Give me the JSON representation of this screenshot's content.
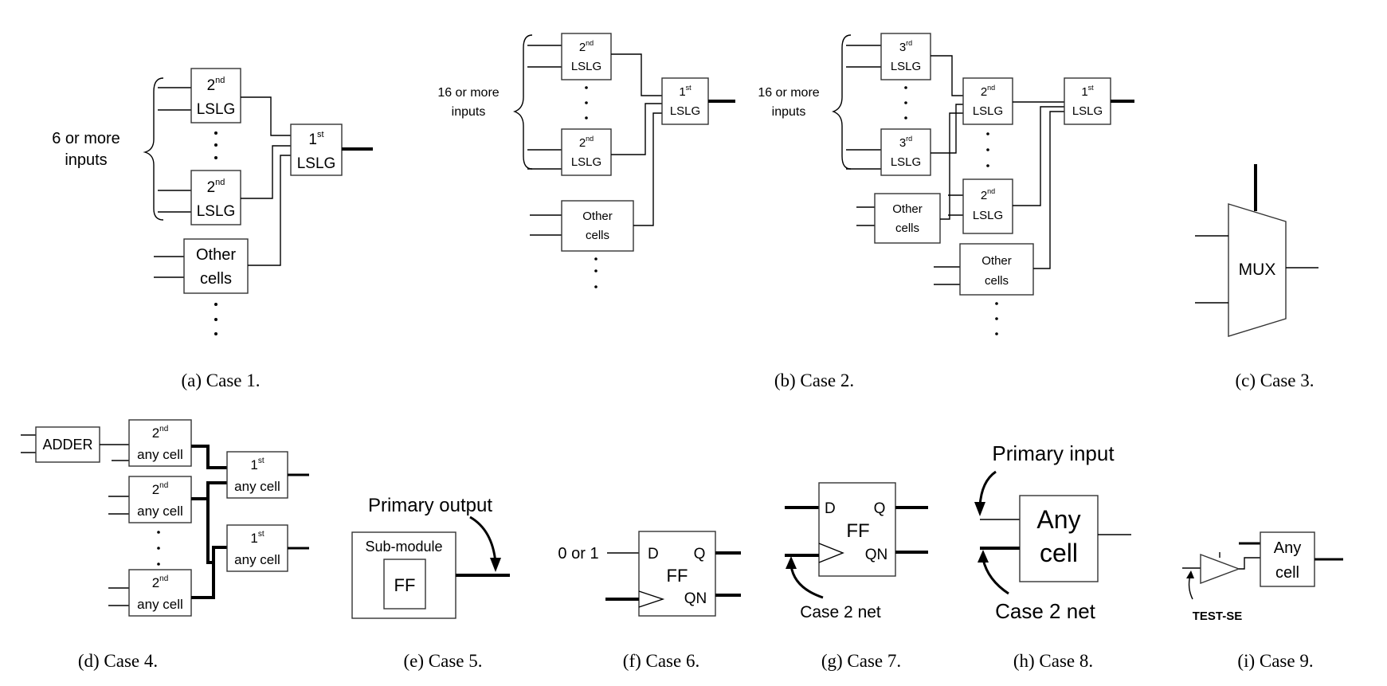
{
  "captions": {
    "a": "(a) Case 1.",
    "b": "(b) Case 2.",
    "c": "(c) Case 3.",
    "d": "(d) Case 4.",
    "e": "(e) Case 5.",
    "f": "(f) Case 6.",
    "g": "(g) Case 7.",
    "h": "(h) Case 8.",
    "i": "(i) Case 9."
  },
  "case1": {
    "inputs_line1": "6 or more",
    "inputs_line2": "inputs",
    "lslg": "LSLG",
    "nd": "nd",
    "st": "st",
    "num2": "2",
    "num1": "1",
    "other_line1": "Other",
    "other_line2": "cells"
  },
  "case2": {
    "inputs_line1": "16 or more",
    "inputs_line2": "inputs",
    "lslg": "LSLG",
    "nd": "nd",
    "st": "st",
    "num2": "2",
    "num1": "1",
    "other_line1": "Other",
    "other_line2": "cells"
  },
  "case2b": {
    "inputs_line1": "16 or more",
    "inputs_line2": "inputs",
    "lslg": "LSLG",
    "rd": "rd",
    "nd": "nd",
    "st": "st",
    "num3": "3",
    "num2": "2",
    "num1": "1",
    "other_line1": "Other",
    "other_line2": "cells"
  },
  "case3": {
    "mux": "MUX"
  },
  "case4": {
    "adder": "ADDER",
    "nd": "nd",
    "st": "st",
    "num2": "2",
    "num1": "1",
    "any_cell": "any cell"
  },
  "case5": {
    "primary_output": "Primary output",
    "submodule": "Sub-module",
    "ff": "FF"
  },
  "case6": {
    "input": "0 or 1",
    "d": "D",
    "q": "Q",
    "qn": "QN",
    "ff": "FF"
  },
  "case7": {
    "d": "D",
    "q": "Q",
    "qn": "QN",
    "ff": "FF",
    "net": "Case 2 net"
  },
  "case8": {
    "primary_input": "Primary input",
    "any": "Any",
    "cell": "cell",
    "net": "Case 2 net"
  },
  "case9": {
    "any": "Any",
    "cell": "cell",
    "test_se": "TEST-SE"
  }
}
